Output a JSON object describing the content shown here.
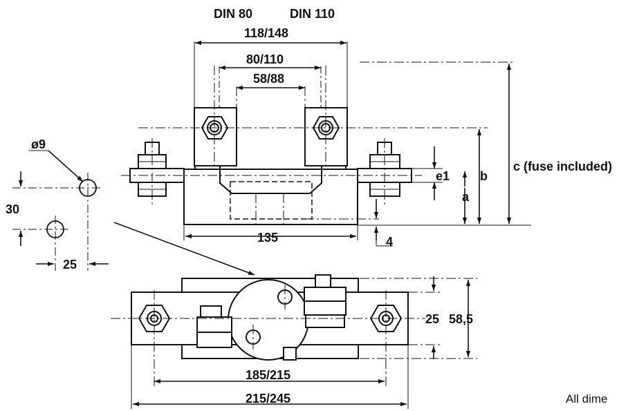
{
  "labels": {
    "din80": "DIN 80",
    "din110": "DIN 110",
    "d118_148": "118/148",
    "d80_110": "80/110",
    "d58_88": "58/88",
    "c": "c (fuse included)",
    "b": "b",
    "e1": "e1",
    "a": "a",
    "d135": "135",
    "d4": "4",
    "phi9": "ø9",
    "d30": "30",
    "d25_hole": "25",
    "d25": "25",
    "d58_5": "58,5",
    "d185_215": "185/215",
    "d215_245": "215/245"
  },
  "footnote": "All dime"
}
